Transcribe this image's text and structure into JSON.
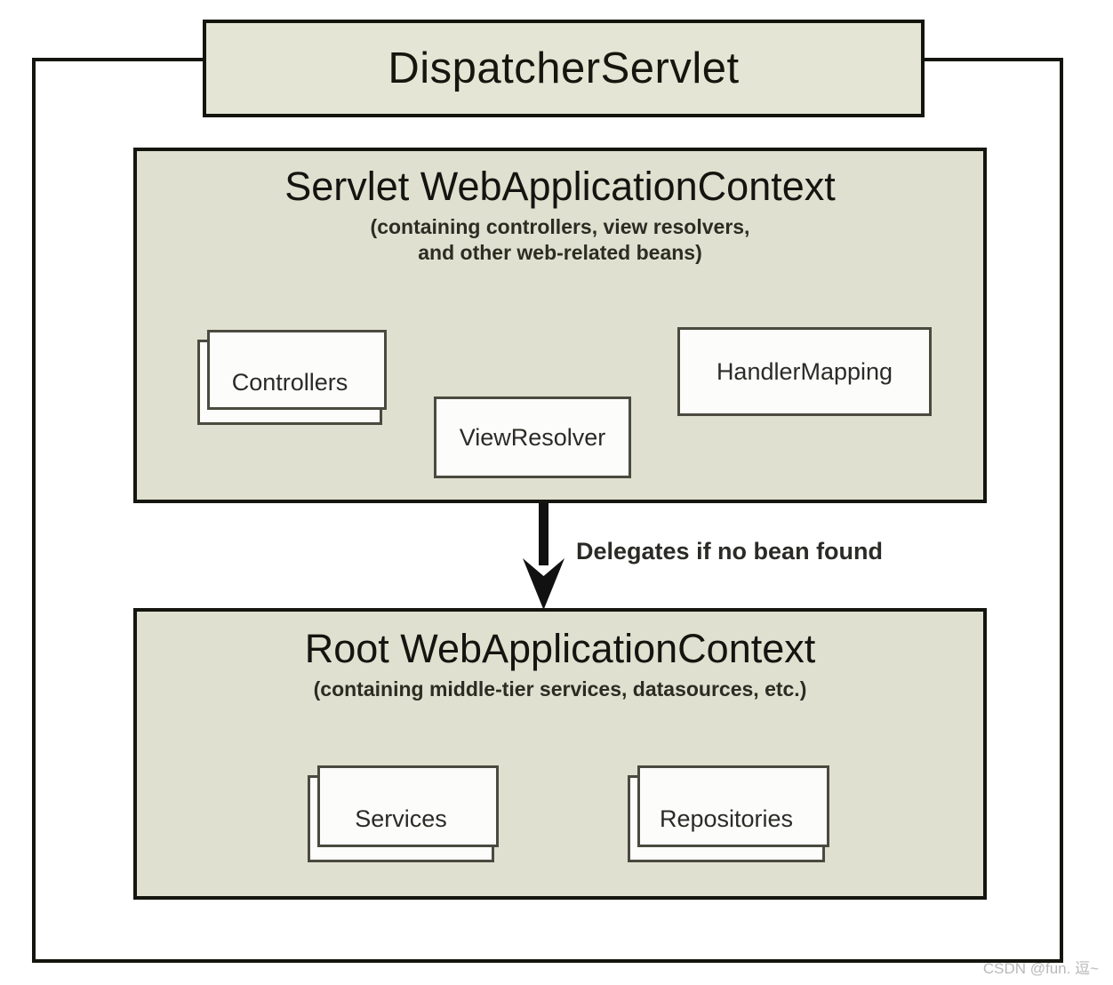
{
  "diagram": {
    "title": "DispatcherServlet",
    "contexts": [
      {
        "id": "servlet",
        "heading": "Servlet WebApplicationContext",
        "subtitle": "(containing controllers, view resolvers,\nand other web-related beans)",
        "subtitle_line1": "(containing controllers, view resolvers,",
        "subtitle_line2": "and other web-related beans)",
        "components": [
          {
            "label": "Controllers",
            "stacked": true
          },
          {
            "label": "ViewResolver",
            "stacked": false
          },
          {
            "label": "HandlerMapping",
            "stacked": false
          }
        ]
      },
      {
        "id": "root",
        "heading": "Root WebApplicationContext",
        "subtitle": "(containing middle-tier services, datasources, etc.)",
        "subtitle_line1": "(containing middle-tier services, datasources, etc.)",
        "components": [
          {
            "label": "Services",
            "stacked": true
          },
          {
            "label": "Repositories",
            "stacked": true
          }
        ]
      }
    ],
    "arrow": {
      "icon": "down-arrow-icon",
      "label": "Delegates if no bean found"
    },
    "watermark": "CSDN @fun.  逗~",
    "colors": {
      "box_fill": "#e4e5d4",
      "panel_fill": "#dfe0cf",
      "component_fill": "#fcfcfa",
      "stroke_dark": "#15150f",
      "stroke_mid": "#4a4a40",
      "page_background": "#ffffff",
      "watermark_text": "#b9b9b9"
    }
  }
}
